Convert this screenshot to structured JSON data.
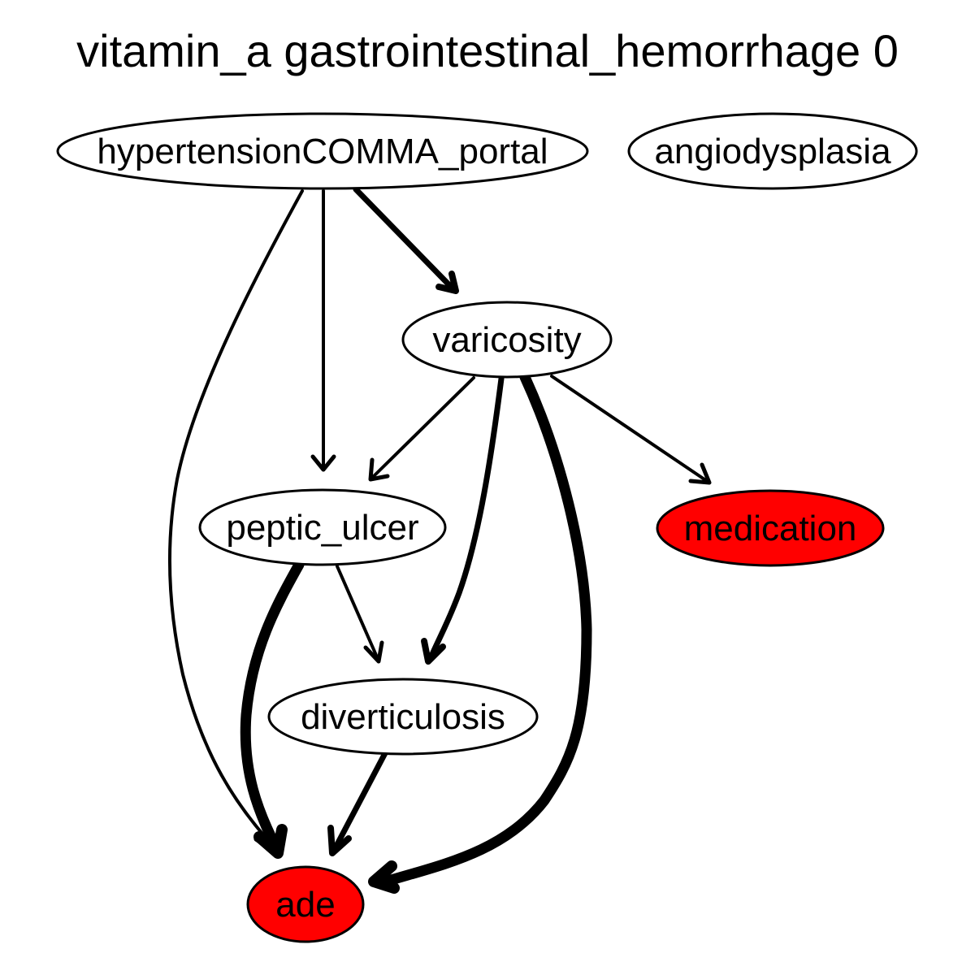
{
  "title": "vitamin_a gastrointestinal_hemorrhage 0",
  "colors": {
    "highlight": "#ff0000",
    "default_fill": "#ffffff",
    "stroke": "#000000"
  },
  "nodes": [
    {
      "id": "hypertension_portal",
      "label": "hypertensionCOMMA_portal",
      "highlighted": false
    },
    {
      "id": "angiodysplasia",
      "label": "angiodysplasia",
      "highlighted": false
    },
    {
      "id": "varicosity",
      "label": "varicosity",
      "highlighted": false
    },
    {
      "id": "peptic_ulcer",
      "label": "peptic_ulcer",
      "highlighted": false
    },
    {
      "id": "medication",
      "label": "medication",
      "highlighted": true
    },
    {
      "id": "diverticulosis",
      "label": "diverticulosis",
      "highlighted": false
    },
    {
      "id": "ade",
      "label": "ade",
      "highlighted": true
    }
  ],
  "edges": [
    {
      "from": "hypertension_portal",
      "to": "ade",
      "weight": "thin"
    },
    {
      "from": "hypertension_portal",
      "to": "peptic_ulcer",
      "weight": "thin"
    },
    {
      "from": "hypertension_portal",
      "to": "varicosity",
      "weight": "medium"
    },
    {
      "from": "varicosity",
      "to": "peptic_ulcer",
      "weight": "thin"
    },
    {
      "from": "varicosity",
      "to": "diverticulosis",
      "weight": "medium"
    },
    {
      "from": "varicosity",
      "to": "ade",
      "weight": "heavy"
    },
    {
      "from": "varicosity",
      "to": "medication",
      "weight": "thin"
    },
    {
      "from": "peptic_ulcer",
      "to": "ade",
      "weight": "heavy"
    },
    {
      "from": "peptic_ulcer",
      "to": "diverticulosis",
      "weight": "thin"
    },
    {
      "from": "diverticulosis",
      "to": "ade",
      "weight": "medium"
    }
  ]
}
